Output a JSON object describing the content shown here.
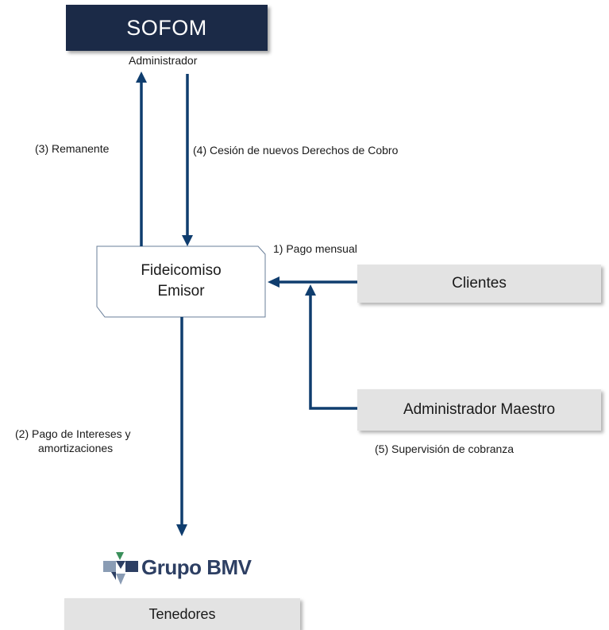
{
  "sofom": {
    "title": "SOFOM",
    "subtitle": "Administrador"
  },
  "fideicomiso": {
    "line1": "Fideicomiso",
    "line2": "Emisor"
  },
  "clientes": {
    "label": "Clientes"
  },
  "admin_maestro": {
    "label": "Administrador Maestro"
  },
  "tenedores": {
    "label": "Tenedores"
  },
  "logo": {
    "text": "Grupo BMV"
  },
  "flows": {
    "remanente": "(3) Remanente",
    "cesion": "(4) Cesión de nuevos Derechos de Cobro",
    "pago_mensual": "1) Pago mensual",
    "pago_intereses_line1": "(2) Pago de Intereses y",
    "pago_intereses_line2": "amortizaciones",
    "supervision": "(5) Supervisión de cobranza"
  },
  "colors": {
    "arrow": "#0f3d6e",
    "sofom_bg": "#1b2a47",
    "gray_box": "#e3e3e3",
    "logo": "#2d3f63"
  }
}
